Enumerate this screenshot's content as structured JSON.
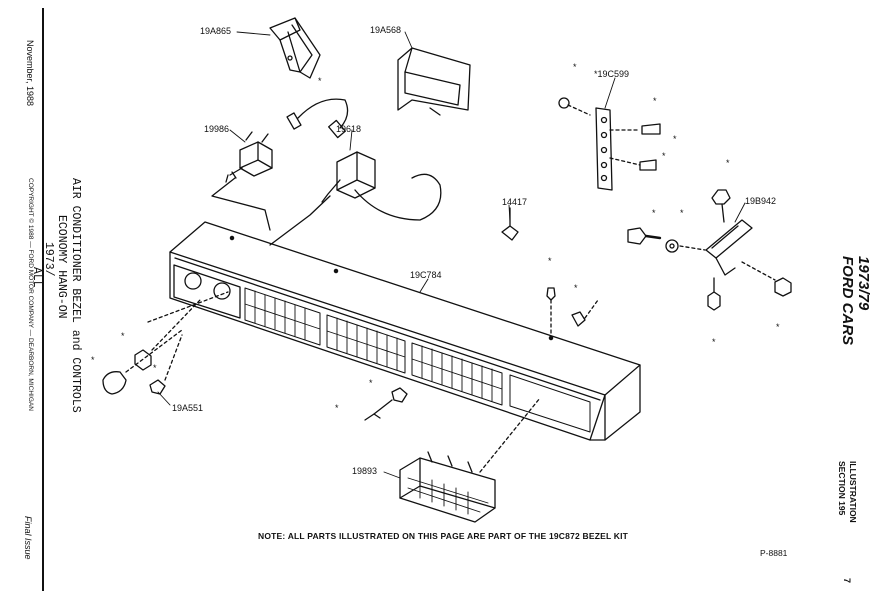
{
  "sidebar": {
    "date": "November, 1988",
    "copyright": "COPYRIGHT © 1988  —  FORD MOTOR COMPANY  —  DEARBORN, MICHIGAN",
    "status": "Final Issue"
  },
  "title_block": {
    "line1": "AIR CONDITIONER BEZEL and CONTROLS",
    "line2": "ECONOMY HANG-ON",
    "line3": "1973/",
    "line4": "ALL"
  },
  "header_right": {
    "years": "1973/79",
    "make": "FORD CARS",
    "illustration": "ILLUSTRATION",
    "section": "SECTION 195",
    "page": "7"
  },
  "parts": {
    "p1": "19A865",
    "p2": "19A568",
    "p3": "*19C599",
    "p4": "19986",
    "p5": "19618",
    "p6": "14417",
    "p7": "19B942",
    "p8": "19C784",
    "p9": "19A551",
    "p10": "19893"
  },
  "note": "NOTE: ALL PARTS ILLUSTRATED ON THIS PAGE ARE PART OF THE 19C872 BEZEL KIT",
  "plate_number": "P-8881",
  "asterisk": "*"
}
